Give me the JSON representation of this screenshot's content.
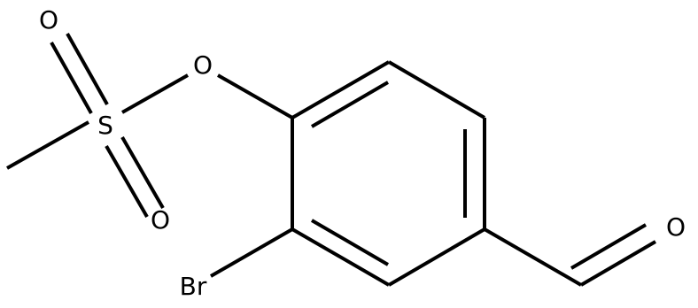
{
  "molecule": {
    "atoms": {
      "o_top_left": "O",
      "s": "S",
      "o_bottom_left": "O",
      "o_ester": "O",
      "br": "Br",
      "o_aldehyde": "O"
    }
  },
  "colors": {
    "bond": "#000000",
    "label": "#000000",
    "background": "#ffffff"
  }
}
